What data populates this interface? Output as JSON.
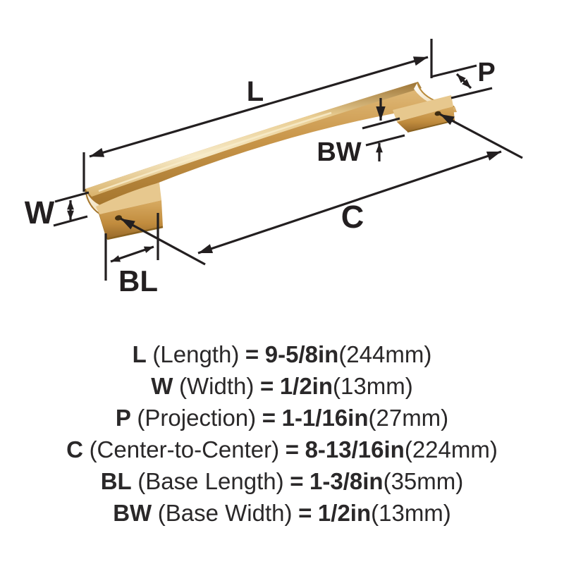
{
  "diagram": {
    "labels": {
      "L": "L",
      "W": "W",
      "P": "P",
      "C": "C",
      "BL": "BL",
      "BW": "BW"
    },
    "colors": {
      "line": "#231f20",
      "handle_highlight": "#f6e9c6",
      "handle_light": "#e9cd92",
      "handle_mid": "#cf9c4c",
      "handle_dark": "#ad7c30",
      "handle_deep": "#8a6220"
    }
  },
  "specs": {
    "rows": [
      {
        "abbr": "L",
        "name": "(Length)",
        "equals": "=",
        "value": "9-5/8in",
        "metric": "(244mm)"
      },
      {
        "abbr": "W",
        "name": "(Width)",
        "equals": "=",
        "value": "1/2in",
        "metric": "(13mm)"
      },
      {
        "abbr": "P",
        "name": "(Projection)",
        "equals": "=",
        "value": "1-1/16in",
        "metric": "(27mm)"
      },
      {
        "abbr": "C",
        "name": "(Center-to-Center)",
        "equals": "=",
        "value": "8-13/16in",
        "metric": "(224mm)"
      },
      {
        "abbr": "BL",
        "name": "(Base Length)",
        "equals": "=",
        "value": "1-3/8in",
        "metric": "(35mm)"
      },
      {
        "abbr": "BW",
        "name": "(Base Width)",
        "equals": "=",
        "value": "1/2in",
        "metric": "(13mm)"
      }
    ]
  }
}
